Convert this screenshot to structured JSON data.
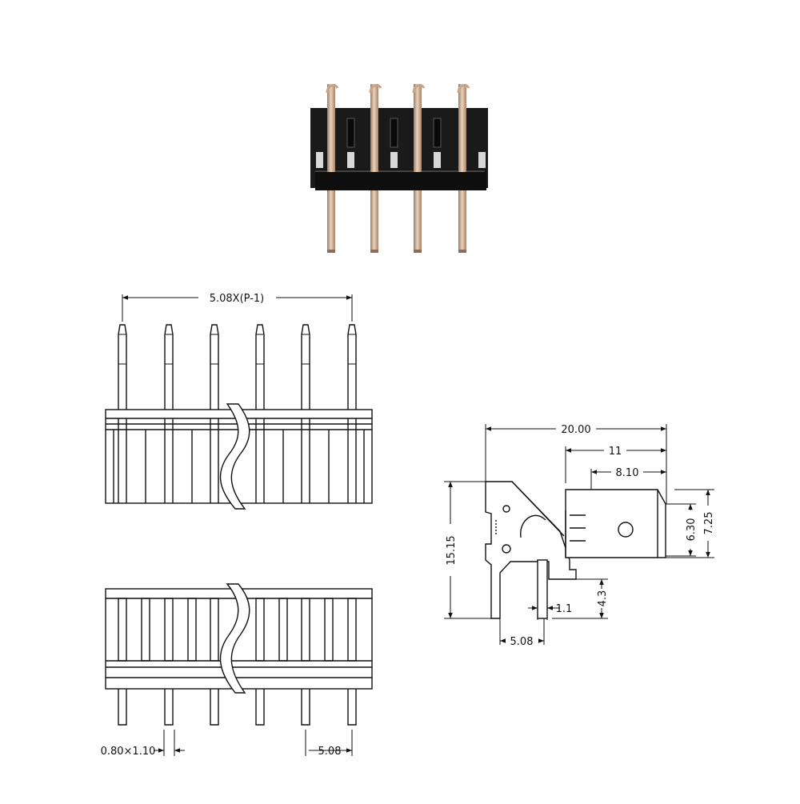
{
  "product_photo": {
    "description_icon": "right-angle-pin-header-photo",
    "colors": {
      "housing": "#1a1a1a",
      "pin": "#c9a486",
      "pin_highlight": "#ead2bd"
    }
  },
  "front_view": {
    "pitch_span_label": "5.08X(P-1)"
  },
  "bottom_view": {
    "pin_size_label": "0.80×1.10",
    "pitch_label": "5.08"
  },
  "side_view": {
    "overall_length_label": "20.00",
    "tab_length_label": "11",
    "hole_offset_label": "8.10",
    "height_label": "15.15",
    "tab_width_label": "6.30",
    "tab_outer_label": "7.25",
    "standoff_label": "4.3",
    "pin_thickness_label": "1.1",
    "pin_pitch_label": "5.08"
  }
}
